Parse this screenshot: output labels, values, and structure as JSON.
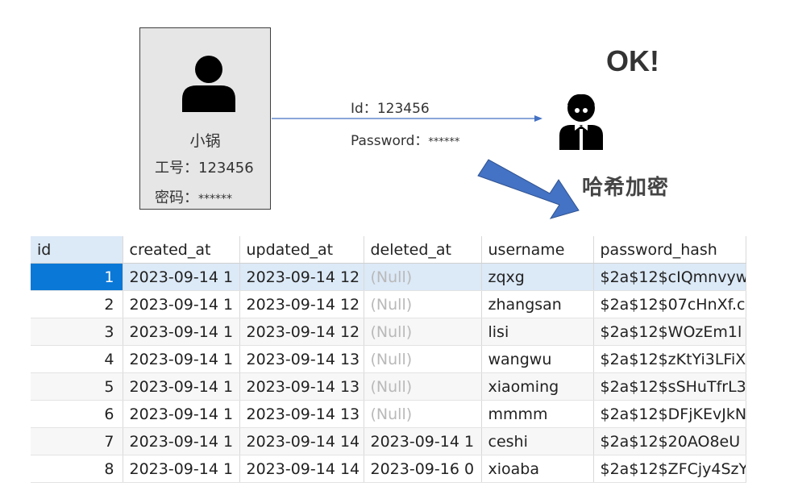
{
  "user_card": {
    "name": "小锅",
    "id_label": "工号：",
    "id_value": "123456",
    "password_label": "密码：",
    "password_value": "******"
  },
  "request": {
    "id_label": "Id：",
    "id_value": "123456",
    "password_label": "Password：",
    "password_value": "******"
  },
  "server_response": "OK!",
  "hash_label": "哈希加密",
  "table": {
    "columns": [
      "id",
      "created_at",
      "updated_at",
      "deleted_at",
      "username",
      "password_hash"
    ],
    "rows": [
      [
        "1",
        "2023-09-14 1",
        "2023-09-14 12",
        "(Null)",
        "zqxg",
        "$2a$12$cIQmnvyw"
      ],
      [
        "2",
        "2023-09-14 1",
        "2023-09-14 12",
        "(Null)",
        "zhangsan",
        "$2a$12$07cHnXf.c"
      ],
      [
        "3",
        "2023-09-14 1",
        "2023-09-14 12",
        "(Null)",
        "lisi",
        "$2a$12$WOzEm1l"
      ],
      [
        "4",
        "2023-09-14 1",
        "2023-09-14 13",
        "(Null)",
        "wangwu",
        "$2a$12$zKtYi3LFiX"
      ],
      [
        "5",
        "2023-09-14 1",
        "2023-09-14 13",
        "(Null)",
        "xiaoming",
        "$2a$12$sSHuTfrL3"
      ],
      [
        "6",
        "2023-09-14 1",
        "2023-09-14 13",
        "(Null)",
        "mmmm",
        "$2a$12$DFjKEvJkN"
      ],
      [
        "7",
        "2023-09-14 1",
        "2023-09-14 14",
        "2023-09-14 1",
        "ceshi",
        "$2a$12$20AO8eU"
      ],
      [
        "8",
        "2023-09-14 1",
        "2023-09-14 14",
        "2023-09-16 0",
        "xioaba",
        "$2a$12$ZFCjy4SzY"
      ]
    ]
  },
  "colors": {
    "arrow_line": "#4472c4",
    "hash_arrow_fill": "#4472c4",
    "selected_row": "#dce9f7",
    "selected_cell": "#0a78d7",
    "null_text": "#b9b9b9"
  }
}
